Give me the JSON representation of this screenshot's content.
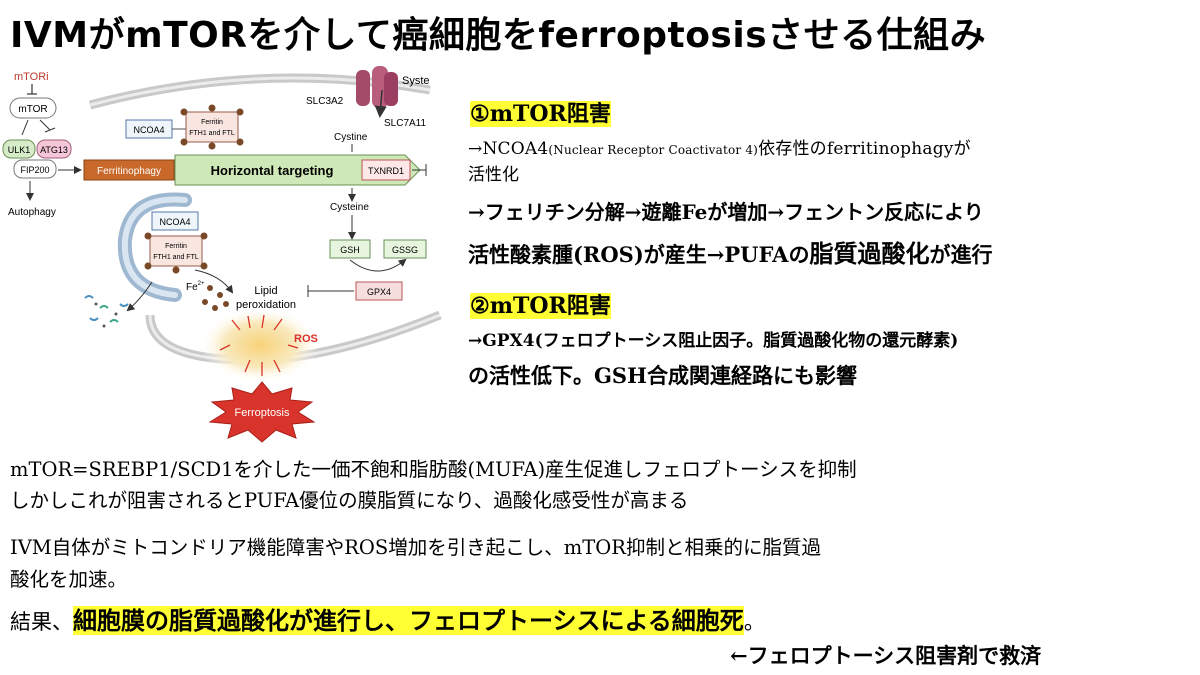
{
  "title": "IVMがmTORを介して癌細胞をferroptosisさせる仕組み",
  "diagram": {
    "mtori": "mTORi",
    "mtor": "mTOR",
    "ulk1": "ULK1",
    "atg13": "ATG13",
    "fip200": "FIP200",
    "autophagy": "Autophagy",
    "ferritinophagy": "Ferritinophagy",
    "horizontal_targeting": "Horizontal targeting",
    "txnrd1": "TXNRD1",
    "ncoa4_top": "NCOA4",
    "ferritin_top_1": "Ferritin",
    "ferritin_top_2": "FTH1 and FTL",
    "ncoa4_bottom": "NCOA4",
    "ferritin_bottom_1": "Ferritin",
    "ferritin_bottom_2": "FTH1 and FTL",
    "slc3a2": "SLC3A2",
    "slc7a11": "SLC7A11",
    "system": "Syste",
    "cystine": "Cystine",
    "cysteine": "Cysteine",
    "gsh": "GSH",
    "gssg": "GSSG",
    "gpx4": "GPX4",
    "fe2": "Fe",
    "fe2_sup": "2+",
    "lipid_1": "Lipid",
    "lipid_2": "peroxidation",
    "ros": "ROS",
    "ferroptosis": "Ferroptosis"
  },
  "right": {
    "s1_head": "①mTOR阻害",
    "s1_l1a": "→NCOA4",
    "s1_l1b": "(Nuclear Receptor Coactivator 4)",
    "s1_l1c": "依存性のferritinophagyが",
    "s1_l2": "活性化",
    "s1_l3": "→フェリチン分解→遊離Feが増加→フェントン反応により",
    "s1_l4a": "活性酸素腫(ROS)が産生→PUFAの",
    "s1_l4b": "脂質過酸化",
    "s1_l4c": "が進行",
    "s2_head": "②mTOR阻害",
    "s2_l1": "→GPX4(フェロプトーシス阻止因子。脂質過酸化物の還元酵素)",
    "s2_l2": "の活性低下。GSH合成関連経路にも影響"
  },
  "bottom": {
    "p1_l1": "mTOR=SREBP1/SCD1を介した一価不飽和脂肪酸(MUFA)産生促進しフェロプトーシスを抑制",
    "p1_l2": "しかしこれが阻害されるとPUFA優位の膜脂質になり、過酸化感受性が高まる",
    "p2_l1": "IVM自体がミトコンドリア機能障害やROS増加を引き起こし、mTOR抑制と相乗的に脂質過",
    "p2_l2": "酸化を加速。",
    "p3_a": "結果、",
    "p3_b": "細胞膜の脂質過酸化が進行し、フェロプトーシスによる細胞死",
    "p3_c": "。",
    "p4": "←フェロプトーシス阻害剤で救済"
  },
  "colors": {
    "highlight": "#ffff33",
    "mtori_red": "#c0392b",
    "ferritinophagy_orange": "#c8682a",
    "horizontal_green": "#cfe8b8",
    "ferroptosis_red": "#d9342b",
    "ros_glow": "#f5e3a8",
    "transporter": "#a54b6a"
  }
}
